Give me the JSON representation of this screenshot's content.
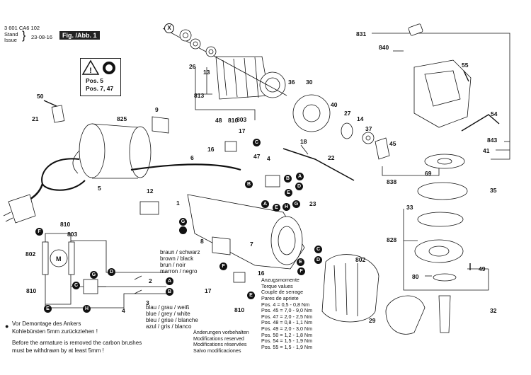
{
  "header": {
    "part_number": "3 601 CA6 102",
    "stand_label": "Stand",
    "issue_label": "Issue",
    "date": "23-08-16",
    "fig_label": "Fig. /Abb. 1"
  },
  "warning": {
    "pos_line1": "Pos. 5",
    "pos_line2": "Pos. 7, 47"
  },
  "callouts": {
    "c831": "831",
    "c840": "840",
    "c55": "55",
    "c54": "54",
    "c843": "843",
    "c41": "41",
    "c69": "69",
    "c838": "838",
    "c35": "35",
    "c33": "33",
    "c828": "828",
    "c80": "80",
    "c49": "49",
    "c32": "32",
    "c29": "29",
    "c802r": "802",
    "c26": "26",
    "c13": "13",
    "c813": "813",
    "c803": "803",
    "c36": "36",
    "c30": "30",
    "c40": "40",
    "c27": "27",
    "c14": "14",
    "c37": "37",
    "c45": "45",
    "c50": "50",
    "c21": "21",
    "c825": "825",
    "c9": "9",
    "c6": "6",
    "c5": "5",
    "c48": "48",
    "c810a": "810",
    "c17a": "17",
    "c16a": "16",
    "c47": "47",
    "c18": "18",
    "c22": "22",
    "c4a": "4",
    "c12": "12",
    "c1": "1",
    "c23": "23",
    "c8": "8",
    "c7": "7",
    "c16b": "16",
    "c17b": "17",
    "c810b": "810",
    "c810l": "810",
    "c803l": "803",
    "c802l": "802",
    "c810l2": "810",
    "c2": "2",
    "c3": "3",
    "c4b": "4"
  },
  "markers": {
    "x": "X",
    "a": "A",
    "b": "B",
    "c": "C",
    "d": "D",
    "e": "E",
    "f": "F",
    "g": "G",
    "h": "H",
    "m": "M"
  },
  "wire_colors": [
    "braun  /  schwarz",
    "brown  /  black",
    "brun  /  noir",
    "marron  /  negro",
    "",
    "blau  /  grau  /  weiß",
    "blue  /  grey  /  white",
    "bleu  /  grise  /  blanche",
    "azul  /  gris  /  blanco"
  ],
  "torque": {
    "title_lines": [
      "Anzugsmomente",
      "Torque values",
      "Couple de serrage",
      "Pares de apriete"
    ],
    "rows": [
      "Pos.    4   = 0,5 - 0,8 Nm",
      "Pos.   45  = 7,0 - 9,0 Nm",
      "Pos.   47  = 2,0 - 2,5 Nm",
      "Pos.   48  = 0,8 - 1,1 Nm",
      "Pos.   49  = 2,0 - 3,0 Nm",
      "Pos.   50  = 1,2 - 1,8 Nm",
      "Pos.   54  = 1,5 - 1,9 Nm",
      "Pos.   55  = 1,5 - 1,9 Nm"
    ]
  },
  "notes": {
    "de_line1": "Vor Demontage des Ankers",
    "de_line2": "Kohlebürsten 5mm zurückziehen !",
    "en_line1": "Before the armature is removed the carbon brushes",
    "en_line2": "must be withdrawn by at least 5mm !",
    "mod_lines": [
      "Änderungen vorbehalten",
      "Modifications reserved",
      "Modifications réservées",
      "Salvo modificaciones"
    ]
  }
}
